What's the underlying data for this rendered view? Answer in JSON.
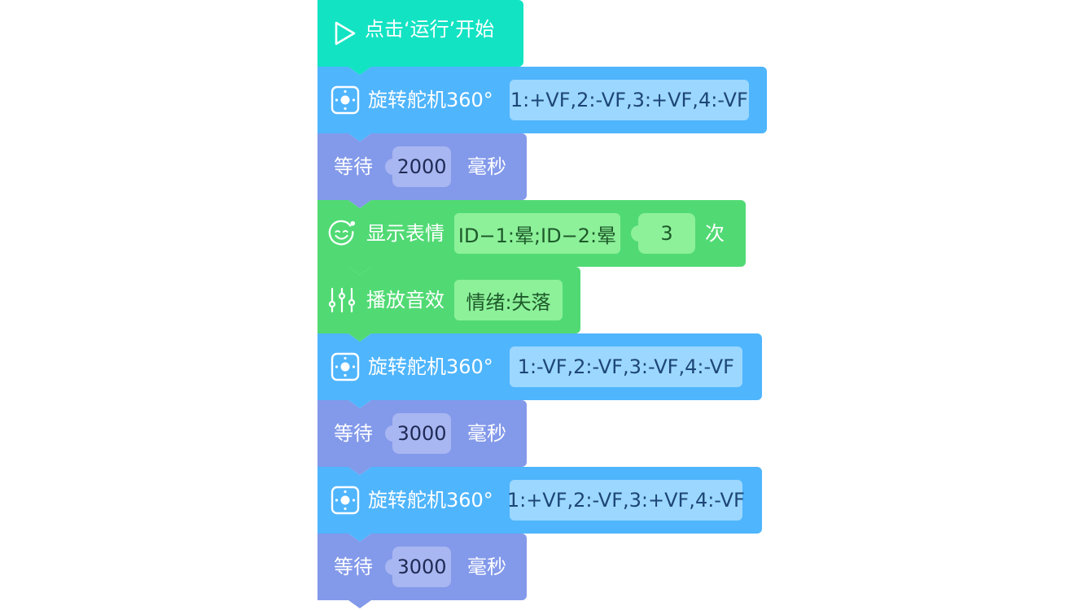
{
  "start_block": {
    "label": "点击‘运行’开始"
  },
  "blocks": [
    {
      "label": "旋转舵机360°",
      "value": "1:+VF,2:-VF,3:+VF,4:-VF"
    },
    {
      "label": "等待",
      "value": "2000",
      "unit": "毫秒"
    },
    {
      "label": "显示表情",
      "value": "ID−1:晕;ID−2:晕",
      "count": "3",
      "unit": "次"
    },
    {
      "label": "播放音效",
      "value": "情绪:失落"
    },
    {
      "label": "旋转舵机360°",
      "value": "1:-VF,2:-VF,3:-VF,4:-VF"
    },
    {
      "label": "等待",
      "value": "3000",
      "unit": "毫秒"
    },
    {
      "label": "旋转舵机360°",
      "value": "1:+VF,2:-VF,3:+VF,4:-VF"
    },
    {
      "label": "等待",
      "value": "3000",
      "unit": "毫秒"
    }
  ],
  "colors": {
    "start": "#12e3c3",
    "servo": "#4fb5fd",
    "wait": "#8399ea",
    "display": "#51da74"
  },
  "icons": {
    "start": "play-icon",
    "servo": "servo-icon",
    "display": "smiley-icon",
    "sound": "equalizer-icon"
  }
}
